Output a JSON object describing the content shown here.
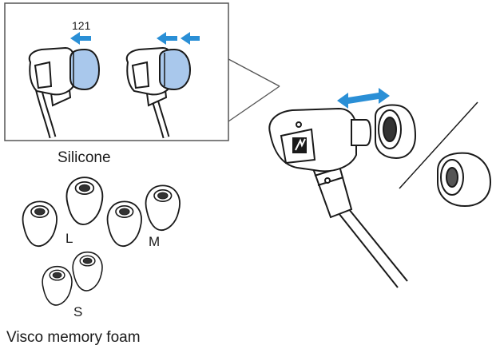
{
  "callout": {
    "step_number": "121"
  },
  "labels": {
    "silicone": "Silicone",
    "visco": "Visco memory foam",
    "size_l": "L",
    "size_m": "M",
    "size_s": "S"
  },
  "colors": {
    "arrow": "#2a8fd6",
    "tip_fill": "#a9c8ec",
    "line": "#1a1a1a"
  },
  "icons": {
    "brand_logo": "sennheiser-logo-icon"
  }
}
